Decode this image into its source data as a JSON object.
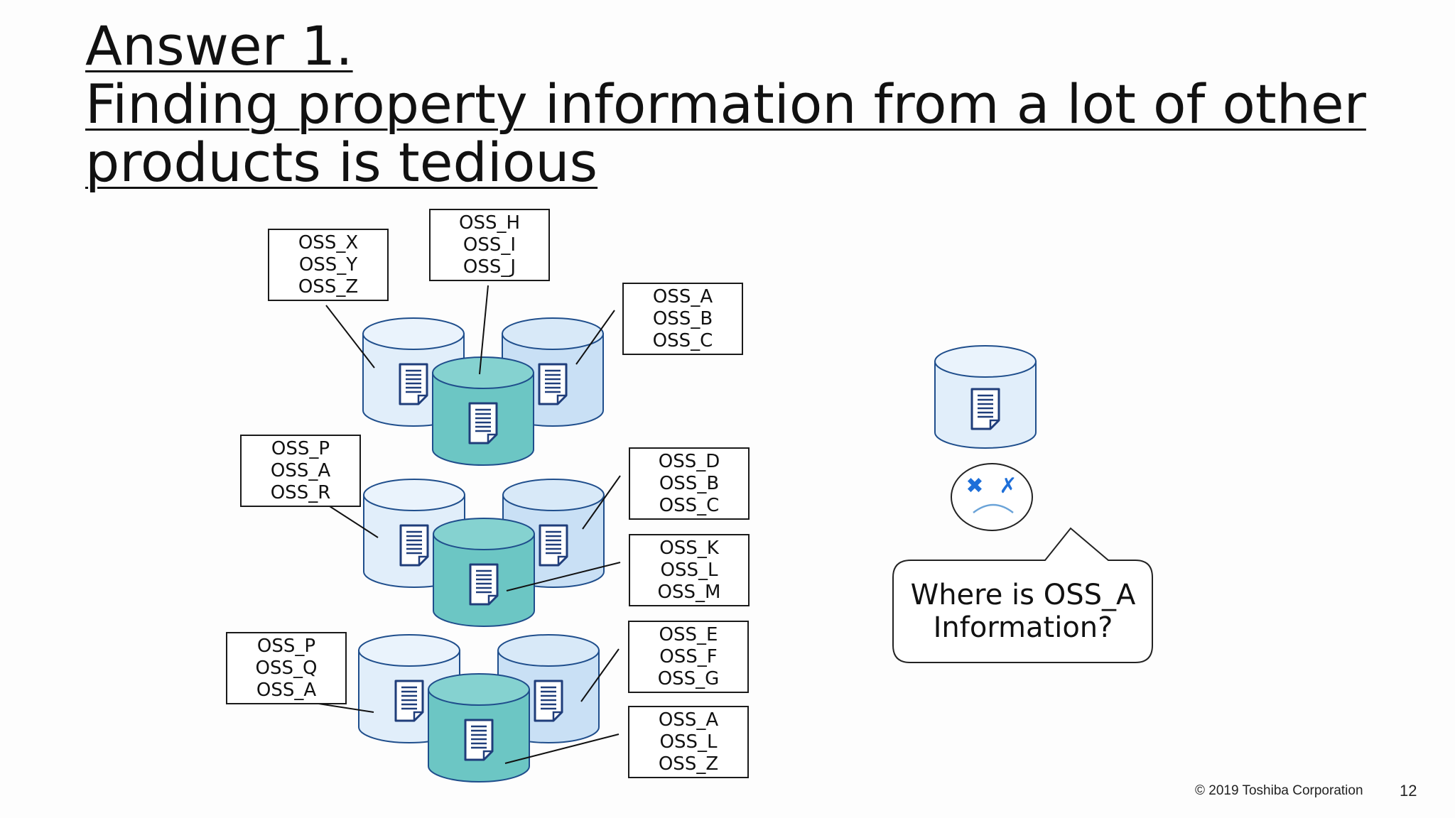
{
  "title": {
    "line1": "Answer 1.",
    "line2": "Finding property information from a lot of other",
    "line3": "products is tedious"
  },
  "label_boxes": [
    [
      "OSS_X",
      "OSS_Y",
      "OSS_Z"
    ],
    [
      "OSS_H",
      "OSS_I",
      "OSS_J"
    ],
    [
      "OSS_A",
      "OSS_B",
      "OSS_C"
    ],
    [
      "OSS_P",
      "OSS_A",
      "OSS_R"
    ],
    [
      "OSS_D",
      "OSS_B",
      "OSS_C"
    ],
    [
      "OSS_K",
      "OSS_L",
      "OSS_M"
    ],
    [
      "OSS_P",
      "OSS_Q",
      "OSS_A"
    ],
    [
      "OSS_E",
      "OSS_F",
      "OSS_G"
    ],
    [
      "OSS_A",
      "OSS_L",
      "OSS_Z"
    ]
  ],
  "bubble": {
    "line1": "Where is OSS_A",
    "line2": "Information?"
  },
  "footer": {
    "copyright": "© 2019 Toshiba Corporation",
    "page_number": "12"
  },
  "colors": {
    "db_light": "#e1eefa",
    "db_light_top": "#eaf3fc",
    "db_mid": "#c9e0f5",
    "db_mid_top": "#d8e9f8",
    "db_teal": "#6cc6c4",
    "db_teal_top": "#85d2d0",
    "db_outline": "#1f4e8c",
    "doc_icon": "#1f3d7a",
    "x_marks": "#1e6fd9"
  }
}
